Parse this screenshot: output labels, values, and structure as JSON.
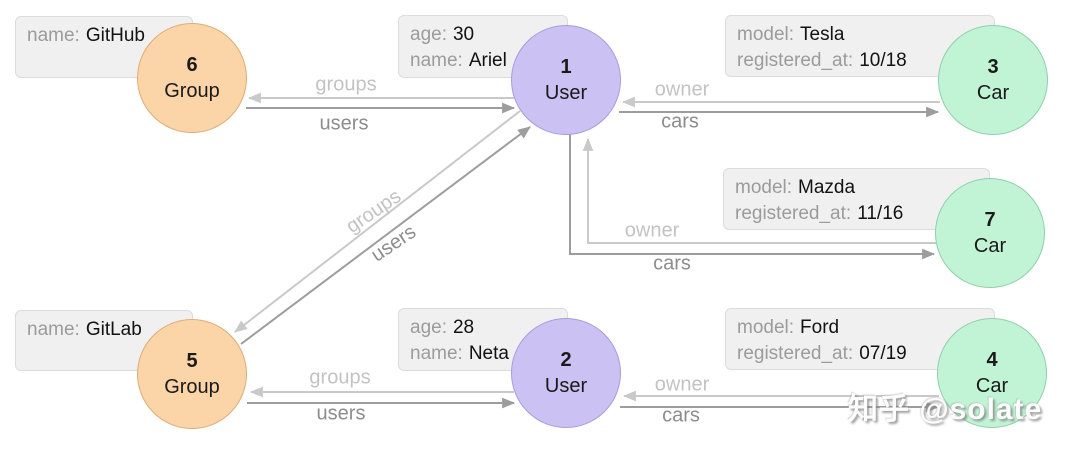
{
  "diagram_type": "property-graph",
  "colors": {
    "user_fill": "#CCC1F3",
    "user_border": "#A89CDE",
    "group_fill": "#FBD4A8",
    "group_border": "#E0AB78",
    "car_fill": "#C0F4D4",
    "car_border": "#8FCFAC",
    "box_fill": "#F0F0F0",
    "box_border": "#DCDCDC",
    "edge_light_gray": "#C9C9C9",
    "edge_dark_gray": "#9D9D9D",
    "property_key_gray": "#9B9B9B",
    "property_value_black": "#121212"
  },
  "nodes": {
    "n6": {
      "id": "6",
      "label": "Group"
    },
    "n1": {
      "id": "1",
      "label": "User"
    },
    "n3": {
      "id": "3",
      "label": "Car"
    },
    "n7": {
      "id": "7",
      "label": "Car"
    },
    "n5": {
      "id": "5",
      "label": "Group"
    },
    "n2": {
      "id": "2",
      "label": "User"
    },
    "n4": {
      "id": "4",
      "label": "Car"
    }
  },
  "boxes": {
    "b6": {
      "lines": [
        {
          "key": "name:",
          "value": "GitHub"
        }
      ]
    },
    "b1": {
      "lines": [
        {
          "key": "age:",
          "value": "30"
        },
        {
          "key": "name:",
          "value": "Ariel"
        }
      ]
    },
    "b3": {
      "lines": [
        {
          "key": "model:",
          "value": "Tesla"
        },
        {
          "key": "registered_at:",
          "value": "10/18"
        }
      ]
    },
    "b7": {
      "lines": [
        {
          "key": "model:",
          "value": "Mazda"
        },
        {
          "key": "registered_at:",
          "value": "11/16"
        }
      ]
    },
    "b5": {
      "lines": [
        {
          "key": "name:",
          "value": "GitLab"
        }
      ]
    },
    "b2": {
      "lines": [
        {
          "key": "age:",
          "value": "28"
        },
        {
          "key": "name:",
          "value": "Neta"
        }
      ]
    },
    "b4": {
      "lines": [
        {
          "key": "model:",
          "value": "Ford"
        },
        {
          "key": "registered_at:",
          "value": "07/19"
        }
      ]
    }
  },
  "edges": [
    {
      "from": "1",
      "to": "6",
      "label": "groups"
    },
    {
      "from": "6",
      "to": "1",
      "label": "users"
    },
    {
      "from": "3",
      "to": "1",
      "label": "owner"
    },
    {
      "from": "1",
      "to": "3",
      "label": "cars"
    },
    {
      "from": "7",
      "to": "1",
      "label": "owner"
    },
    {
      "from": "1",
      "to": "7",
      "label": "cars"
    },
    {
      "from": "1",
      "to": "5",
      "label": "groups"
    },
    {
      "from": "5",
      "to": "1",
      "label": "users"
    },
    {
      "from": "2",
      "to": "5",
      "label": "groups"
    },
    {
      "from": "5",
      "to": "2",
      "label": "users"
    },
    {
      "from": "4",
      "to": "2",
      "label": "owner"
    },
    {
      "from": "2",
      "to": "4",
      "label": "cars"
    }
  ],
  "watermark": {
    "text": "知乎 @solate"
  }
}
